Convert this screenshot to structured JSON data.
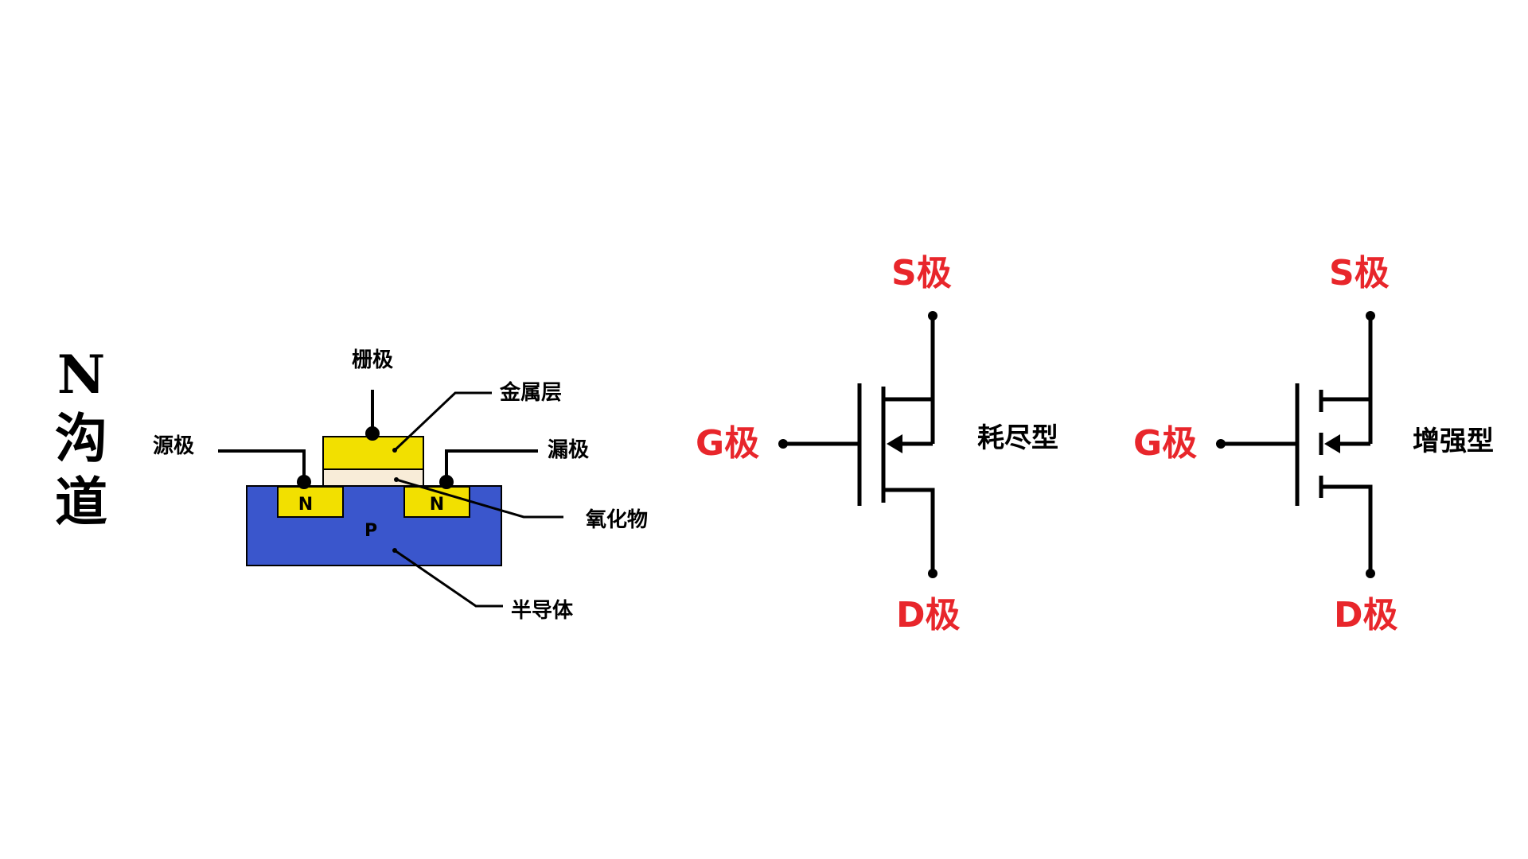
{
  "colors": {
    "substrate": "#3a56cc",
    "n_region": "#f2e000",
    "metal": "#f2e000",
    "oxide": "#f8ecd8",
    "terminal_label": "#e8262b",
    "line": "#000000"
  },
  "title": {
    "line1": "N",
    "line2": "沟",
    "line3": "道"
  },
  "cross_section": {
    "gate_label": "栅极",
    "metal_label": "金属层",
    "source_label": "源极",
    "drain_label": "漏极",
    "oxide_label": "氧化物",
    "semiconductor_label": "半导体",
    "n_left": "N",
    "n_right": "N",
    "p_label": "P"
  },
  "depletion_symbol": {
    "s_label": "S极",
    "g_label": "G极",
    "d_label": "D极",
    "type_label": "耗尽型"
  },
  "enhancement_symbol": {
    "s_label": "S极",
    "g_label": "G极",
    "d_label": "D极",
    "type_label": "增强型"
  }
}
